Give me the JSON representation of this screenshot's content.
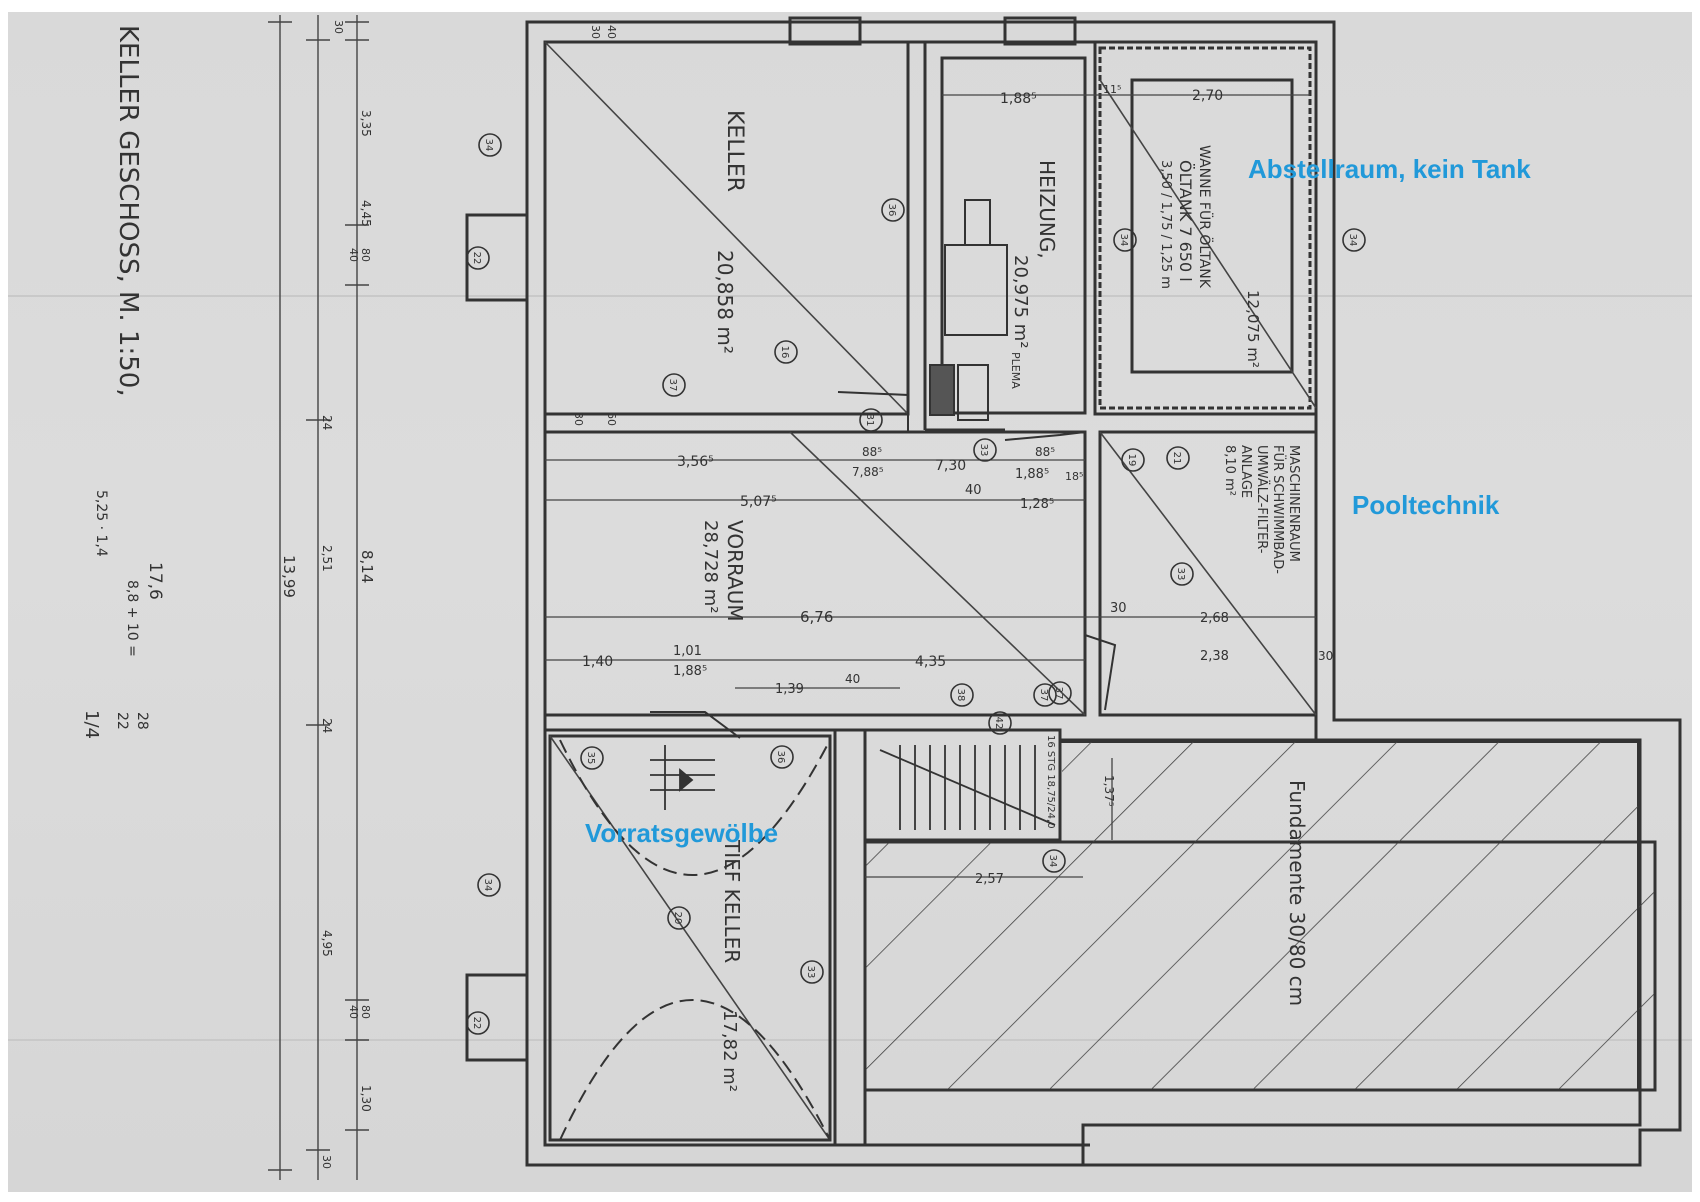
{
  "sheet_title": "KELLER GESCHOSS, M. 1:50,",
  "margin_notes": [
    "5,25 · 1,4",
    "17,6",
    "8,8 + 10 =",
    "28",
    "22",
    "1/4"
  ],
  "rooms": {
    "keller": {
      "name": "KELLER",
      "area": "20,858 m²"
    },
    "heizung": {
      "name": "HEIZUNG,",
      "area": "20,975 m²"
    },
    "oeltank": {
      "name": "ÖLTANK 7 650 l",
      "dims": "3,50 / 1,75 / 1,25 m",
      "note": "WANNE FÜR ÖLTANK",
      "area": "12,075 m²"
    },
    "vorraum": {
      "name": "VORRAUM",
      "area": "28,728 m²"
    },
    "maschinenraum": {
      "lines": [
        "MASCHINENRAUM",
        "FÜR SCHWIMMBAD-",
        "UMWÄLZ-FILTER-",
        "ANLAGE",
        "8,10 m²"
      ]
    },
    "tiefkeller": {
      "name": "TIEF KELLER",
      "area": "17,82 m²"
    },
    "fundament": {
      "label": "Fundamente 30/80 cm"
    },
    "plema": "PLEMA"
  },
  "annotations": {
    "abstellraum": "Abstellraum, kein Tank",
    "pooltechnik": "Pooltechnik",
    "vorratsgewoelbe": "Vorratsgewölbe"
  },
  "dimensions": {
    "d_1885": "1,88⁵",
    "d_270": "2,70",
    "d_115": "11⁵",
    "d_3565": "3,56⁵",
    "d_885a": "88⁵",
    "d_788": "7,88⁵",
    "d_730": "7,30",
    "d_885b": "88⁵",
    "d_1885b": "1,88⁵",
    "d_185": "18⁵",
    "d_5075": "5,07⁵",
    "d_40a": "40",
    "d_128": "1,28⁵",
    "d_676": "6,76",
    "d_30a": "30",
    "d_268": "2,68",
    "d_140": "1,40",
    "d_101": "1,01",
    "d_1885c": "1,88⁵",
    "d_435": "4,35",
    "d_238": "2,38",
    "d_30b": "30",
    "d_139": "1,39",
    "d_40b": "40",
    "d_1375": "1,37⁵",
    "d_257": "2,57",
    "stair": "16 STG 18,75/24,0",
    "vertical": [
      "30",
      "3,35",
      "4,45",
      "80",
      "40",
      "24",
      "2,51",
      "24",
      "4,95",
      "80",
      "40",
      "1,30",
      "30",
      "13,99",
      "8,14",
      "30",
      "60",
      "40",
      "30"
    ]
  },
  "markers": [
    "34",
    "22",
    "36",
    "16",
    "37",
    "31",
    "33",
    "34",
    "34",
    "19",
    "33",
    "37",
    "35",
    "36",
    "38",
    "42",
    "37",
    "20",
    "33",
    "34",
    "34",
    "22",
    "21"
  ]
}
